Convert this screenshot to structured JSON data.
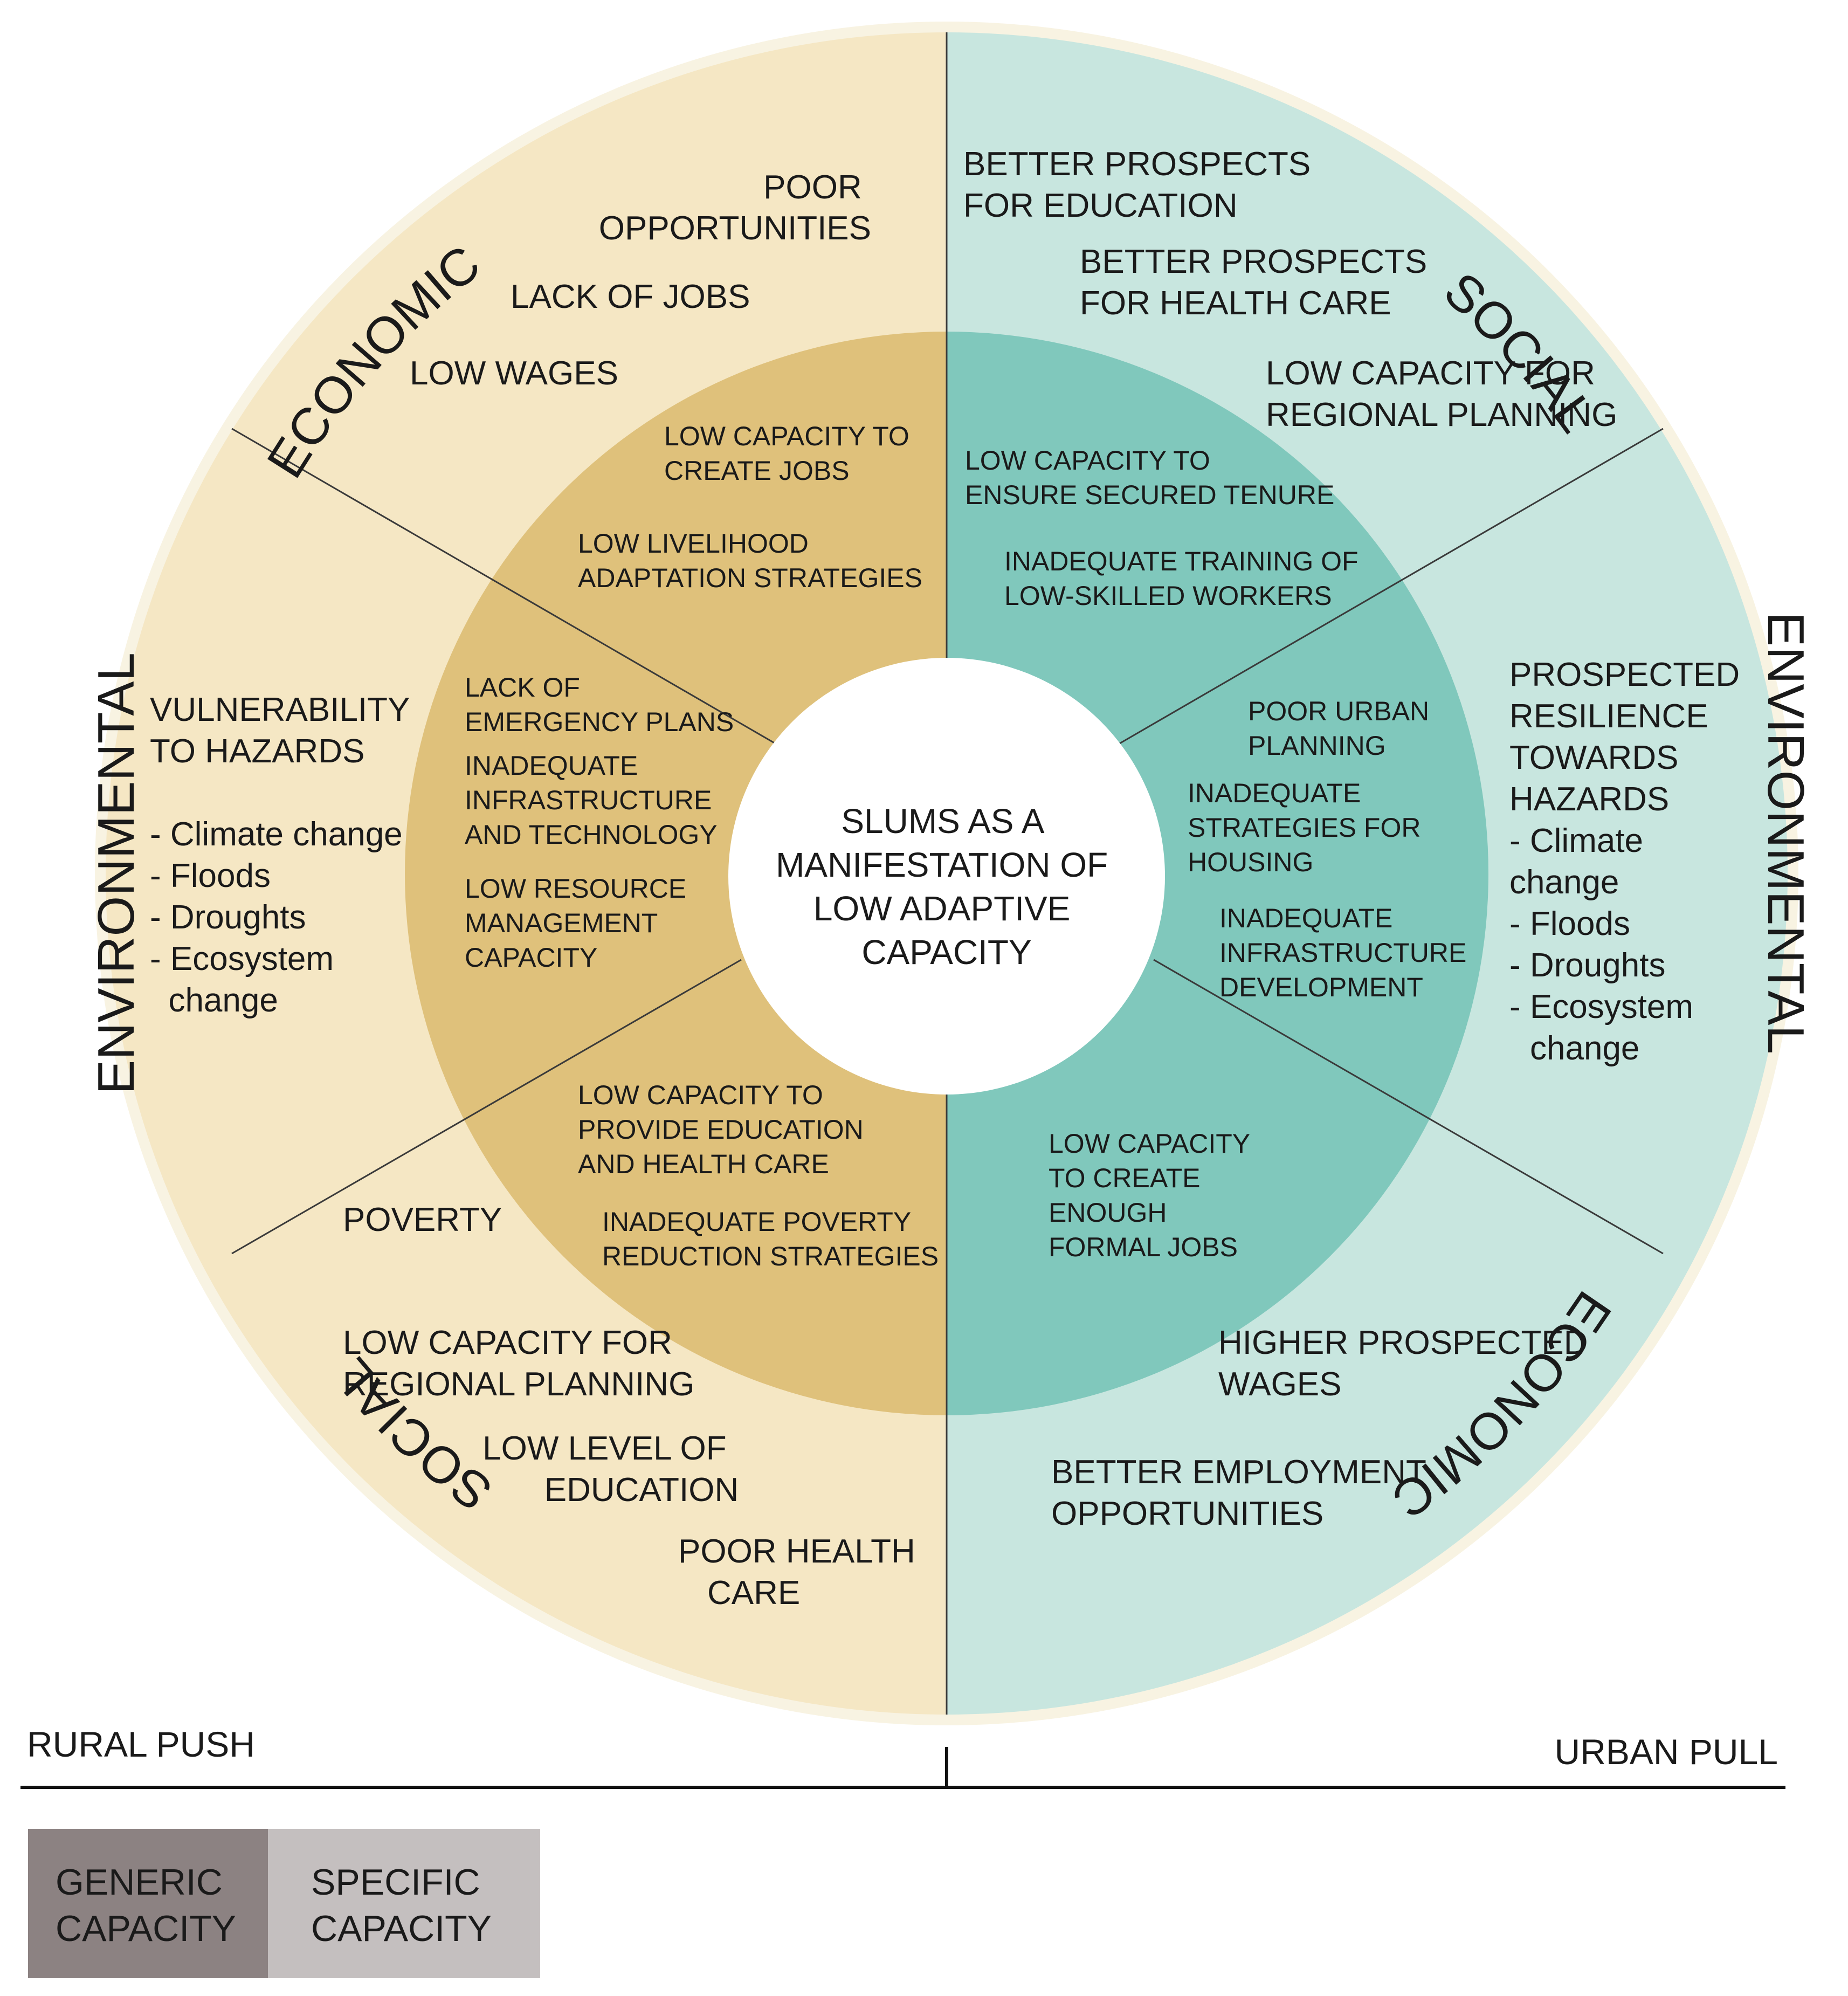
{
  "colors": {
    "rural_outer": "#f5e7c4",
    "rural_inner": "#dfc17b",
    "urban_outer": "#c8e6df",
    "urban_inner": "#80c8bc",
    "ring_border": "#f8f3e2",
    "center": "#ffffff",
    "lines": "#3a3a3a",
    "generic_box": "#8c8282",
    "specific_box": "#c4bfbf"
  },
  "center": {
    "lines": [
      "SLUMS AS A",
      "MANIFESTATION OF",
      "LOW ADAPTIVE",
      "CAPACITY"
    ]
  },
  "sectors": {
    "economic_rural": "ECONOMIC",
    "social_urban": "SOCIAL",
    "environmental_rural": "ENVIRONMENTAL",
    "environmental_urban": "ENVIRONMENTAL",
    "social_rural": "SOCIAL",
    "economic_urban": "ECONOMIC"
  },
  "rural_outer": {
    "poor_opportunities": [
      "POOR",
      "OPPORTUNITIES"
    ],
    "lack_of_jobs": "LACK OF JOBS",
    "low_wages": "LOW WAGES",
    "vulnerability": [
      "VULNERABILITY",
      "TO HAZARDS",
      "",
      "- Climate change",
      "- Floods",
      "- Droughts",
      "- Ecosystem",
      "  change"
    ],
    "poverty": "POVERTY",
    "regional_planning": [
      "LOW CAPACITY FOR",
      "REGIONAL PLANNING"
    ],
    "low_education": [
      "LOW LEVEL OF",
      "EDUCATION"
    ],
    "poor_health": [
      "POOR HEALTH",
      "CARE"
    ]
  },
  "rural_inner": {
    "create_jobs": [
      "LOW CAPACITY TO",
      "CREATE JOBS"
    ],
    "livelihood": [
      "LOW LIVELIHOOD",
      "ADAPTATION STRATEGIES"
    ],
    "emergency": [
      "LACK OF",
      "EMERGENCY PLANS"
    ],
    "infrastructure": [
      "INADEQUATE",
      "INFRASTRUCTURE",
      "AND TECHNOLOGY"
    ],
    "resource": [
      "LOW RESOURCE",
      "MANAGEMENT",
      "CAPACITY"
    ],
    "education_health": [
      "LOW CAPACITY TO",
      "PROVIDE EDUCATION",
      "AND HEALTH CARE"
    ],
    "poverty_reduction": [
      "INADEQUATE POVERTY",
      "REDUCTION STRATEGIES"
    ]
  },
  "urban_outer": {
    "education": [
      "BETTER PROSPECTS",
      "FOR EDUCATION"
    ],
    "health": [
      "BETTER PROSPECTS",
      "FOR HEALTH CARE"
    ],
    "regional_planning": [
      "LOW CAPACITY FOR",
      "REGIONAL PLANNING"
    ],
    "resilience": [
      "PROSPECTED",
      "RESILIENCE",
      "TOWARDS",
      "HAZARDS",
      "- Climate",
      "change",
      "- Floods",
      "- Droughts",
      "- Ecosystem",
      "  change"
    ],
    "wages": [
      "HIGHER PROSPECTED",
      "WAGES"
    ],
    "employment": [
      "BETTER EMPLOYMENT",
      "OPPORTUNITIES"
    ]
  },
  "urban_inner": {
    "tenure": [
      "LOW CAPACITY TO",
      "ENSURE SECURED TENURE"
    ],
    "training": [
      "INADEQUATE TRAINING OF",
      "LOW-SKILLED WORKERS"
    ],
    "urban_planning": [
      "POOR URBAN",
      "PLANNING"
    ],
    "housing": [
      "INADEQUATE",
      "STRATEGIES FOR",
      "HOUSING"
    ],
    "infra_dev": [
      "INADEQUATE",
      "INFRASTRUCTURE",
      "DEVELOPMENT"
    ],
    "formal_jobs": [
      "LOW CAPACITY",
      "TO CREATE",
      "ENOUGH",
      "FORMAL JOBS"
    ]
  },
  "axis": {
    "left_label": "RURAL PUSH",
    "right_label": "URBAN PULL"
  },
  "legend": {
    "generic": [
      "GENERIC",
      "CAPACITY"
    ],
    "specific": [
      "SPECIFIC",
      "CAPACITY"
    ]
  }
}
